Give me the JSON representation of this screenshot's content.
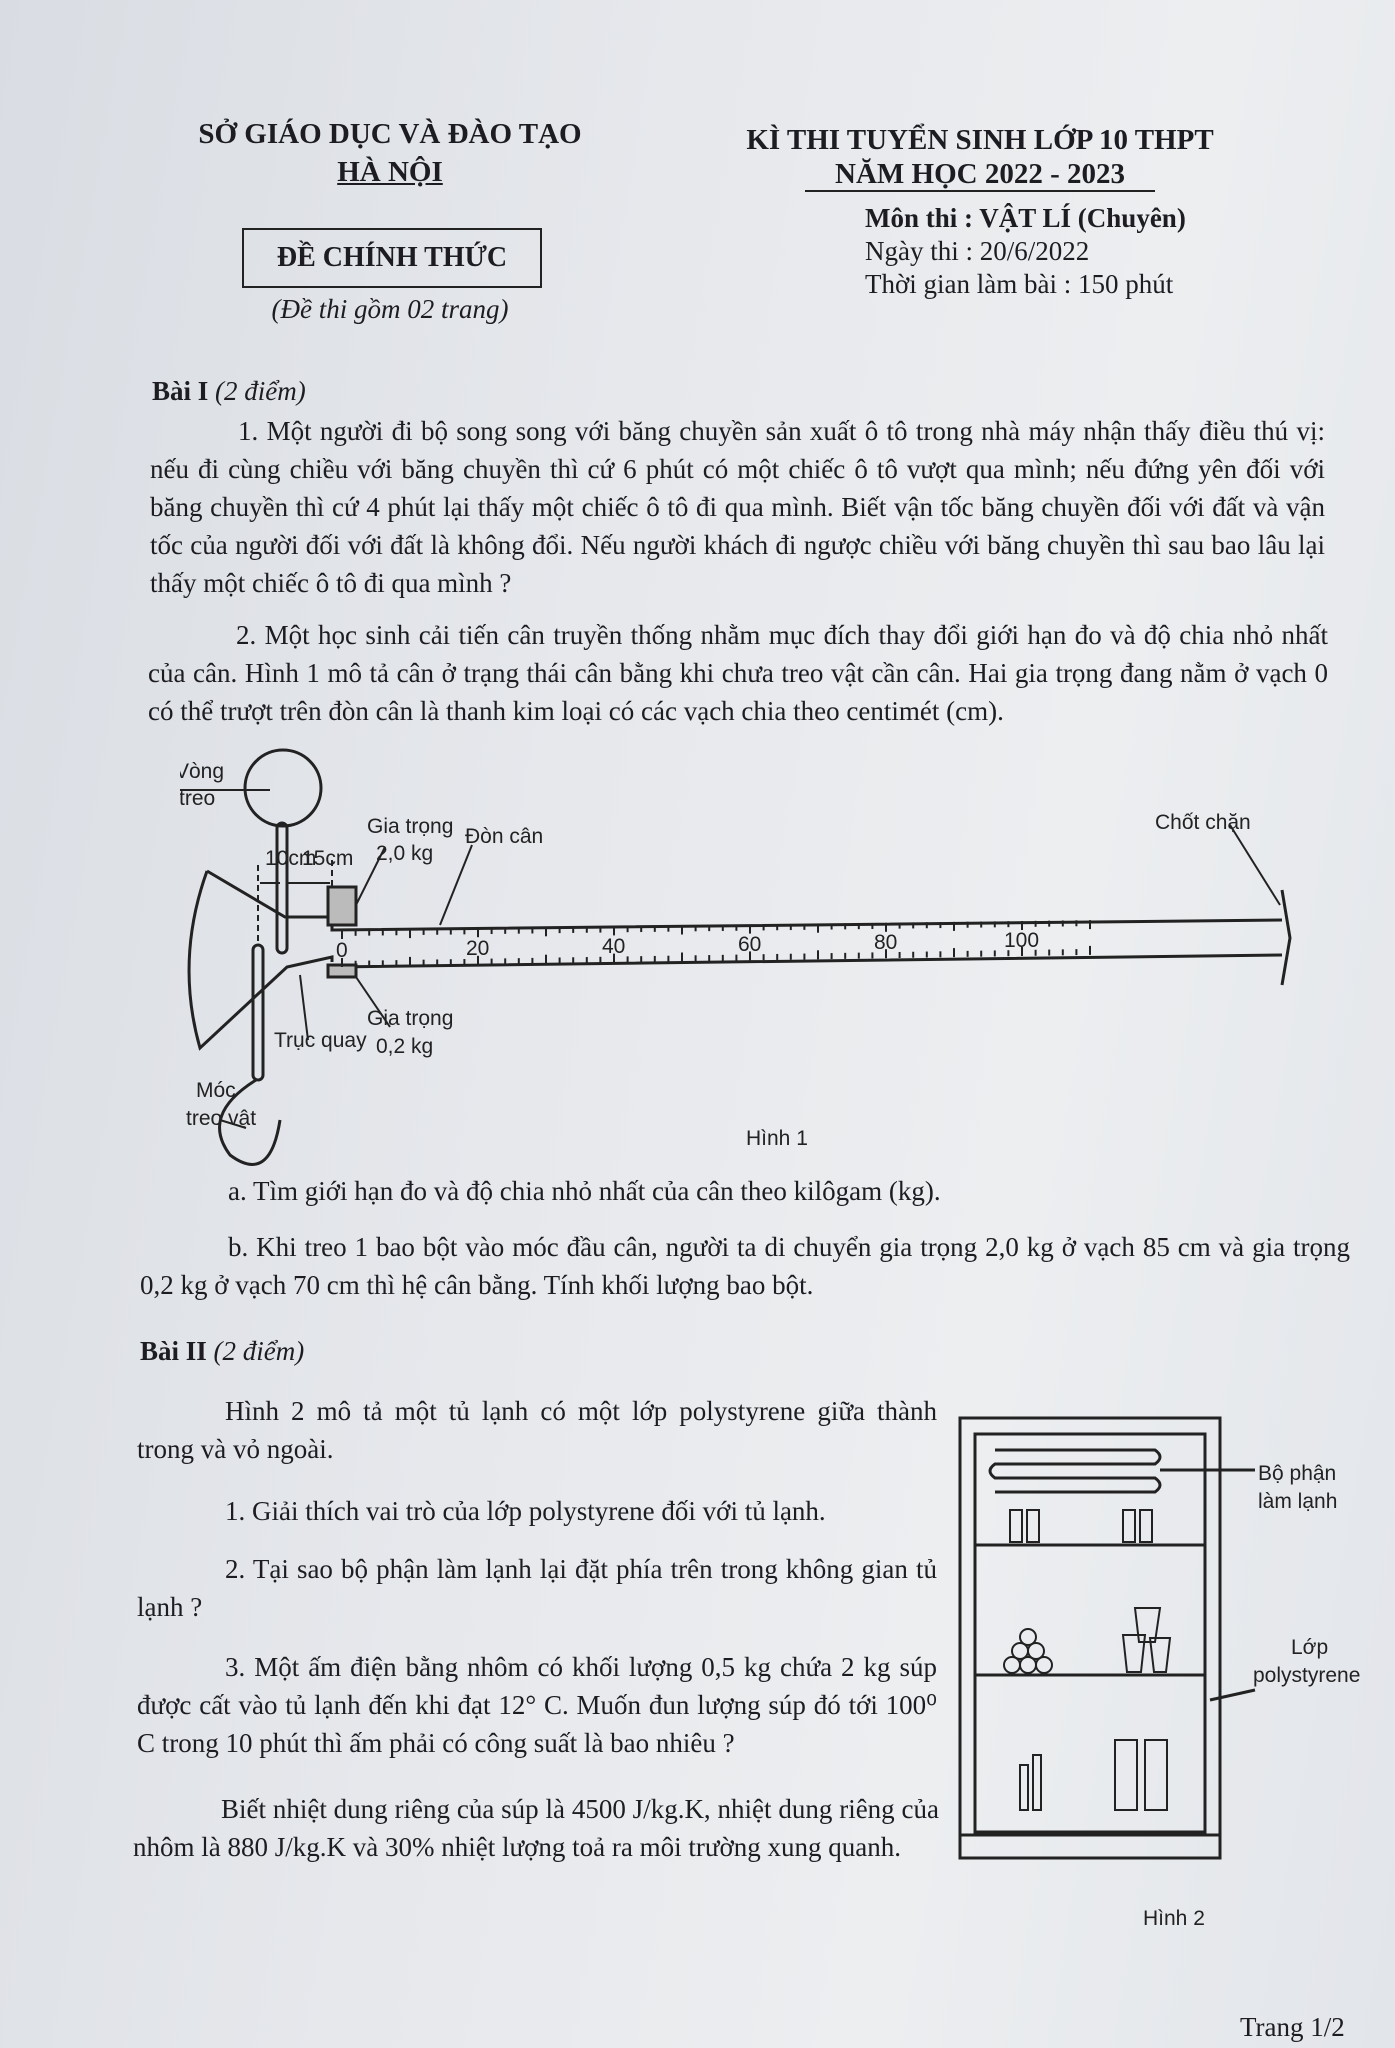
{
  "header": {
    "dept_line1": "SỞ GIÁO DỤC VÀ ĐÀO TẠO",
    "dept_line2": "HÀ NỘI",
    "official": "ĐỀ CHÍNH THỨC",
    "pages_note": "(Đề thi gồm 02 trang)",
    "exam_title": "KÌ THI TUYỂN SINH LỚP 10 THPT",
    "school_year": "NĂM HỌC 2022 - 2023",
    "subject": "Môn thi : VẬT LÍ (Chuyên)",
    "date": "Ngày thi : 20/6/2022",
    "duration": "Thời gian làm bài : 150 phút"
  },
  "bai1": {
    "title": "Bài I",
    "points": "(2 điểm)",
    "q1": "1. Một người đi bộ song song với băng chuyền sản xuất ô tô trong nhà máy nhận thấy điều thú vị: nếu đi cùng chiều với băng chuyền thì cứ 6 phút có một chiếc ô tô vượt qua mình; nếu đứng yên đối với băng chuyền thì cứ 4 phút lại thấy một chiếc ô tô đi qua mình. Biết vận tốc băng chuyền đối với đất và vận tốc của người đối với đất là không đổi. Nếu người khách đi ngược chiều với băng chuyền thì sau bao lâu lại thấy một chiếc ô tô đi qua mình ?",
    "q2": "2. Một học sinh cải tiến cân truyền thống nhằm mục đích thay đổi giới hạn đo và độ chia nhỏ nhất của cân. Hình 1 mô tả cân ở trạng thái cân bằng khi chưa treo vật cần cân. Hai gia trọng đang nằm ở vạch 0 có thể trượt trên đòn cân là thanh kim loại có các vạch chia theo centimét (cm).",
    "qa": "a. Tìm giới hạn đo và độ chia nhỏ nhất của cân theo kilôgam (kg).",
    "qb": "b. Khi treo 1 bao bột vào móc đầu cân, người ta di chuyển gia trọng 2,0 kg ở vạch 85 cm và gia trọng 0,2 kg ở vạch 70 cm thì hệ cân bằng. Tính khối lượng bao bột."
  },
  "fig1": {
    "ring_l1": "Vòng",
    "ring_l2": "treo",
    "d10": "10cm",
    "d15": "15cm",
    "w1_l1": "Gia trọng",
    "w1_l2": "2,0 kg",
    "beam": "Đòn cân",
    "stop": "Chốt chặn",
    "w2_l1": "Gia trọng",
    "w2_l2": "0,2 kg",
    "axis": "Trục quay",
    "hook_l1": "Móc",
    "hook_l2": "treo vật",
    "ticks": [
      "0",
      "20",
      "40",
      "60",
      "80",
      "100"
    ],
    "caption": "Hình 1"
  },
  "bai2": {
    "title": "Bài II",
    "points": "(2 điểm)",
    "intro": "Hình 2 mô tả một tủ lạnh có một lớp polystyrene giữa thành trong và vỏ ngoài.",
    "q1": "1. Giải thích vai trò của lớp polystyrene đối với tủ lạnh.",
    "q2": "2. Tại sao bộ phận làm lạnh lại đặt phía trên trong không gian tủ lạnh ?",
    "q3": "3. Một ấm điện bằng nhôm có khối lượng 0,5 kg chứa 2 kg súp được cất vào tủ lạnh đến khi đạt 12° C. Muốn đun lượng súp đó tới 100⁰ C trong 10 phút thì ấm phải có công suất là bao nhiêu ?",
    "given": "Biết nhiệt dung riêng của súp là 4500 J/kg.K, nhiệt dung riêng của nhôm là 880 J/kg.K và 30% nhiệt lượng toả ra môi trường xung quanh."
  },
  "fig2": {
    "cool_l1": "Bộ phận",
    "cool_l2": "làm lạnh",
    "poly_l1": "Lớp",
    "poly_l2": "polystyrene",
    "caption": "Hình 2"
  },
  "footer": {
    "page": "Trang 1/2"
  }
}
